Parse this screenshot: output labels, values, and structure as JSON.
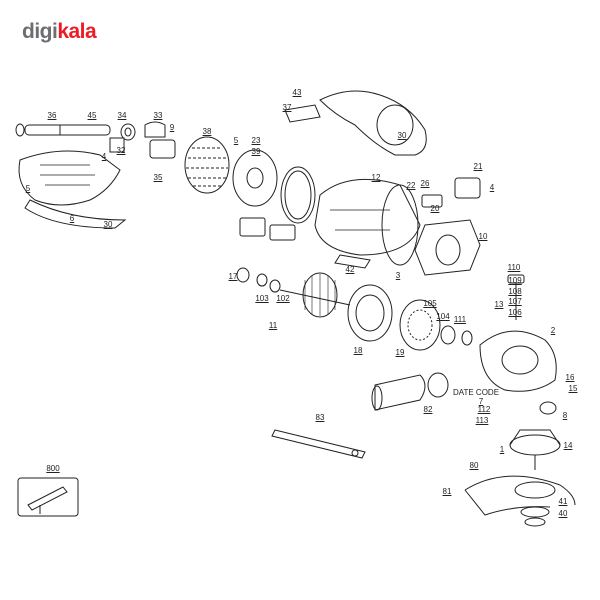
{
  "logo": {
    "part1": "digi",
    "part2": "kala"
  },
  "colors": {
    "logo_gray": "#6d6e71",
    "logo_red": "#ed1c24",
    "line": "#222222"
  },
  "labels": [
    "36",
    "45",
    "34",
    "33",
    "9",
    "38",
    "5",
    "23",
    "39",
    "43",
    "37",
    "30",
    "4",
    "32",
    "35",
    "5",
    "6",
    "30",
    "12",
    "22",
    "26",
    "21",
    "4",
    "20",
    "10",
    "42",
    "3",
    "17",
    "103",
    "102",
    "11",
    "110",
    "109",
    "108",
    "107",
    "106",
    "13",
    "105",
    "104",
    "111",
    "2",
    "18",
    "19",
    "16",
    "15",
    "8",
    "DATE CODE",
    "7",
    "112",
    "113",
    "82",
    "83",
    "1",
    "14",
    "80",
    "800",
    "81",
    "41",
    "40"
  ]
}
